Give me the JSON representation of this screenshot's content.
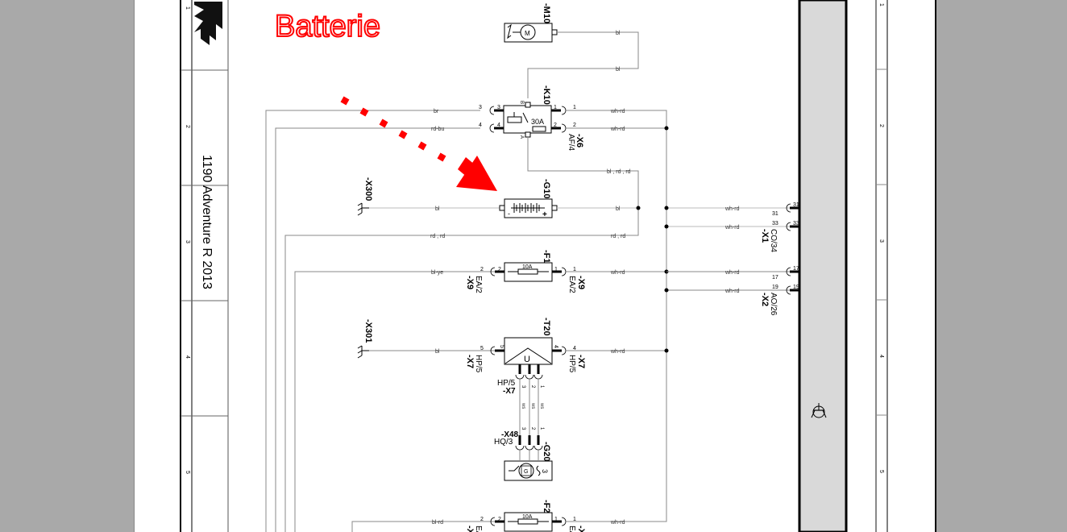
{
  "annotation": {
    "title": "Batterie",
    "color": "#ff0000"
  },
  "title_block": {
    "model": "1190 Adventure R   2013",
    "logo": "ktm-logo",
    "row_numbers": [
      "1",
      "2",
      "3",
      "4",
      "5"
    ]
  },
  "right_strip": {
    "row_numbers": [
      "1",
      "2",
      "3",
      "4",
      "5"
    ],
    "ground_symbol": "ground-reference-icon"
  },
  "components": {
    "m10": {
      "ref": "-M10",
      "type": "fuel-pump-motor",
      "glyph": "M"
    },
    "k10": {
      "ref": "-K10",
      "type": "starter-relay",
      "fuse_rating": "30A",
      "pin_b": "B",
      "pin_a": "A"
    },
    "g10": {
      "ref": "-G10",
      "type": "battery",
      "minus": "-",
      "plus": "+"
    },
    "x300": {
      "ref": "-X300",
      "type": "ground"
    },
    "x301": {
      "ref": "-X301",
      "type": "ground"
    },
    "f1": {
      "ref": "-F1",
      "type": "fuse",
      "rating": "10A"
    },
    "f2": {
      "ref": "-F2",
      "type": "fuse",
      "rating": "10A"
    },
    "t20": {
      "ref": "-T20",
      "type": "voltage-regulator",
      "glyph": "U"
    },
    "g20": {
      "ref": "-G20",
      "type": "alternator",
      "glyph": "G",
      "phase": "3"
    }
  },
  "connectors": {
    "x6": {
      "ref": "-X6",
      "code": "AF/4"
    },
    "x9_left": {
      "ref": "-X9",
      "code": "EA/2"
    },
    "x9_right": {
      "ref": "-X9",
      "code": "EA/2"
    },
    "x7_left": {
      "ref": "-X7",
      "code": "HP/5"
    },
    "x7_right": {
      "ref": "-X7",
      "code": "HP/5"
    },
    "x7_bottom": {
      "ref": "-X7",
      "code": "HP/5"
    },
    "x48": {
      "ref": "-X48",
      "code": "HQ/3"
    },
    "x1": {
      "ref": "-X1",
      "code": "CO/34"
    },
    "x2": {
      "ref": "-X2",
      "code": "AO/26"
    },
    "x_f2_left": {
      "ref": "-X",
      "code": "EA/"
    },
    "x_f2_right": {
      "ref": "-X",
      "code": "EA/"
    }
  },
  "wires": {
    "m10_out_1": "bl",
    "m10_out_2": "bl",
    "k10_pin3": "br",
    "k10_pin4": "rd-bu",
    "k10_out1": "wh-rd",
    "k10_out2": "wh-rd",
    "k10_a": "bl , rd , rd",
    "g10_left": "bl",
    "g10_right": "bl",
    "rd_rd_left": "rd , rd",
    "rd_rd_right": "rd , rd",
    "f1_in": "bl-ye",
    "f1_out": "wh-rd",
    "x1_31": "wh-rd",
    "x1_33": "wh-rd",
    "x2_17": "wh-rd",
    "x2_19": "wh-rd",
    "t20_in": "bl",
    "t20_out": "wh-rd",
    "t20_phase": "ws",
    "f2_in": "bl-rd",
    "f2_out": "wh-rd"
  },
  "pins": {
    "k10": {
      "p3": "3",
      "p4": "4",
      "p1": "1",
      "p2": "2"
    },
    "f1": {
      "in": "2",
      "out": "1"
    },
    "f2": {
      "in": "2",
      "out": "1"
    },
    "t20": {
      "in": "5",
      "out": "4",
      "ph3": "3",
      "ph2": "2",
      "ph1": "1"
    },
    "x1": {
      "a": "31",
      "b": "33"
    },
    "x2": {
      "a": "17",
      "b": "19"
    }
  }
}
